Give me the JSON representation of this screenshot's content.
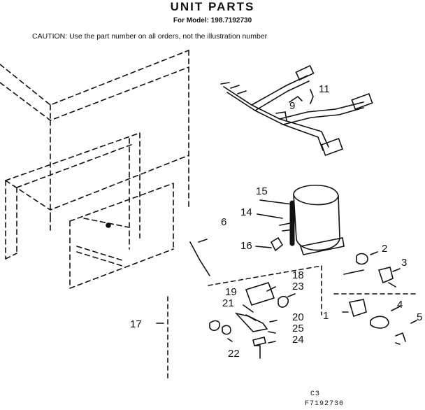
{
  "header": {
    "title": "UNIT PARTS",
    "model_line": "For Model: 198.7192730",
    "caution": "CAUTION: Use the part number on all orders, not the illustration number"
  },
  "callouts": {
    "c1": "1",
    "c2": "2",
    "c3": "3",
    "c4": "4",
    "c5": "5",
    "c6": "6",
    "c9": "9",
    "c11": "11",
    "c14": "14",
    "c15": "15",
    "c16": "16",
    "c17": "17",
    "c18": "18",
    "c19": "19",
    "c20": "20",
    "c21": "21",
    "c22": "22",
    "c23": "23",
    "c24": "24",
    "c25": "25"
  },
  "footer": {
    "code1": "C3",
    "code2": "F7192730"
  }
}
